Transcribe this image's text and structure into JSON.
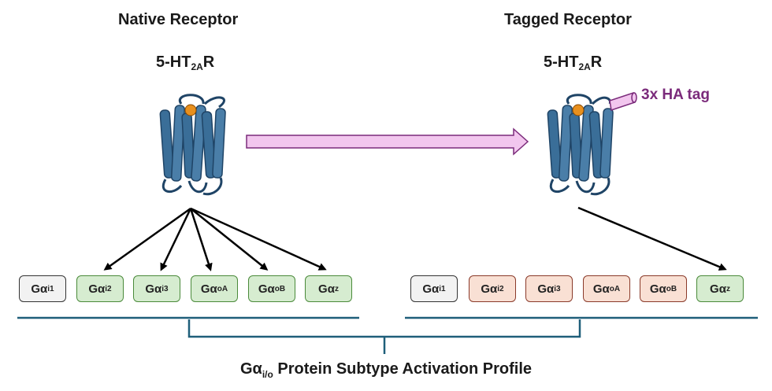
{
  "native": {
    "heading": "Native Receptor",
    "receptor_main": "5-HT",
    "receptor_sub": "2A",
    "receptor_suffix": "R",
    "subtypes": [
      {
        "main": "Gα",
        "sub": "i1",
        "state": "inactive"
      },
      {
        "main": "Gα",
        "sub": "i2",
        "state": "active"
      },
      {
        "main": "Gα",
        "sub": "i3",
        "state": "active"
      },
      {
        "main": "Gα",
        "sub": "oA",
        "state": "active"
      },
      {
        "main": "Gα",
        "sub": "oB",
        "state": "active"
      },
      {
        "main": "Gα",
        "sub": "z",
        "state": "active"
      }
    ]
  },
  "tagged": {
    "heading": "Tagged Receptor",
    "receptor_main": "5-HT",
    "receptor_sub": "2A",
    "receptor_suffix": "R",
    "tag_label": "3x HA tag",
    "subtypes": [
      {
        "main": "Gα",
        "sub": "i1",
        "state": "inactive"
      },
      {
        "main": "Gα",
        "sub": "i2",
        "state": "lost"
      },
      {
        "main": "Gα",
        "sub": "i3",
        "state": "lost"
      },
      {
        "main": "Gα",
        "sub": "oA",
        "state": "lost"
      },
      {
        "main": "Gα",
        "sub": "oB",
        "state": "lost"
      },
      {
        "main": "Gα",
        "sub": "z",
        "state": "active"
      }
    ]
  },
  "footer": {
    "main": "Gα",
    "sub": "i/o",
    "suffix": " Protein Subtype Activation Profile"
  },
  "colors": {
    "receptor": "#3a6e98",
    "receptor_dark": "#1f4466",
    "ligand": "#e8901e",
    "arrow_fill": "#f2c6ee",
    "tag_fill": "#f2c6ee",
    "bracket": "#1f5f7a",
    "active_fill": "#d6ecd0",
    "lost_fill": "#f9e0d4",
    "inactive_fill": "#f2f2f2"
  }
}
